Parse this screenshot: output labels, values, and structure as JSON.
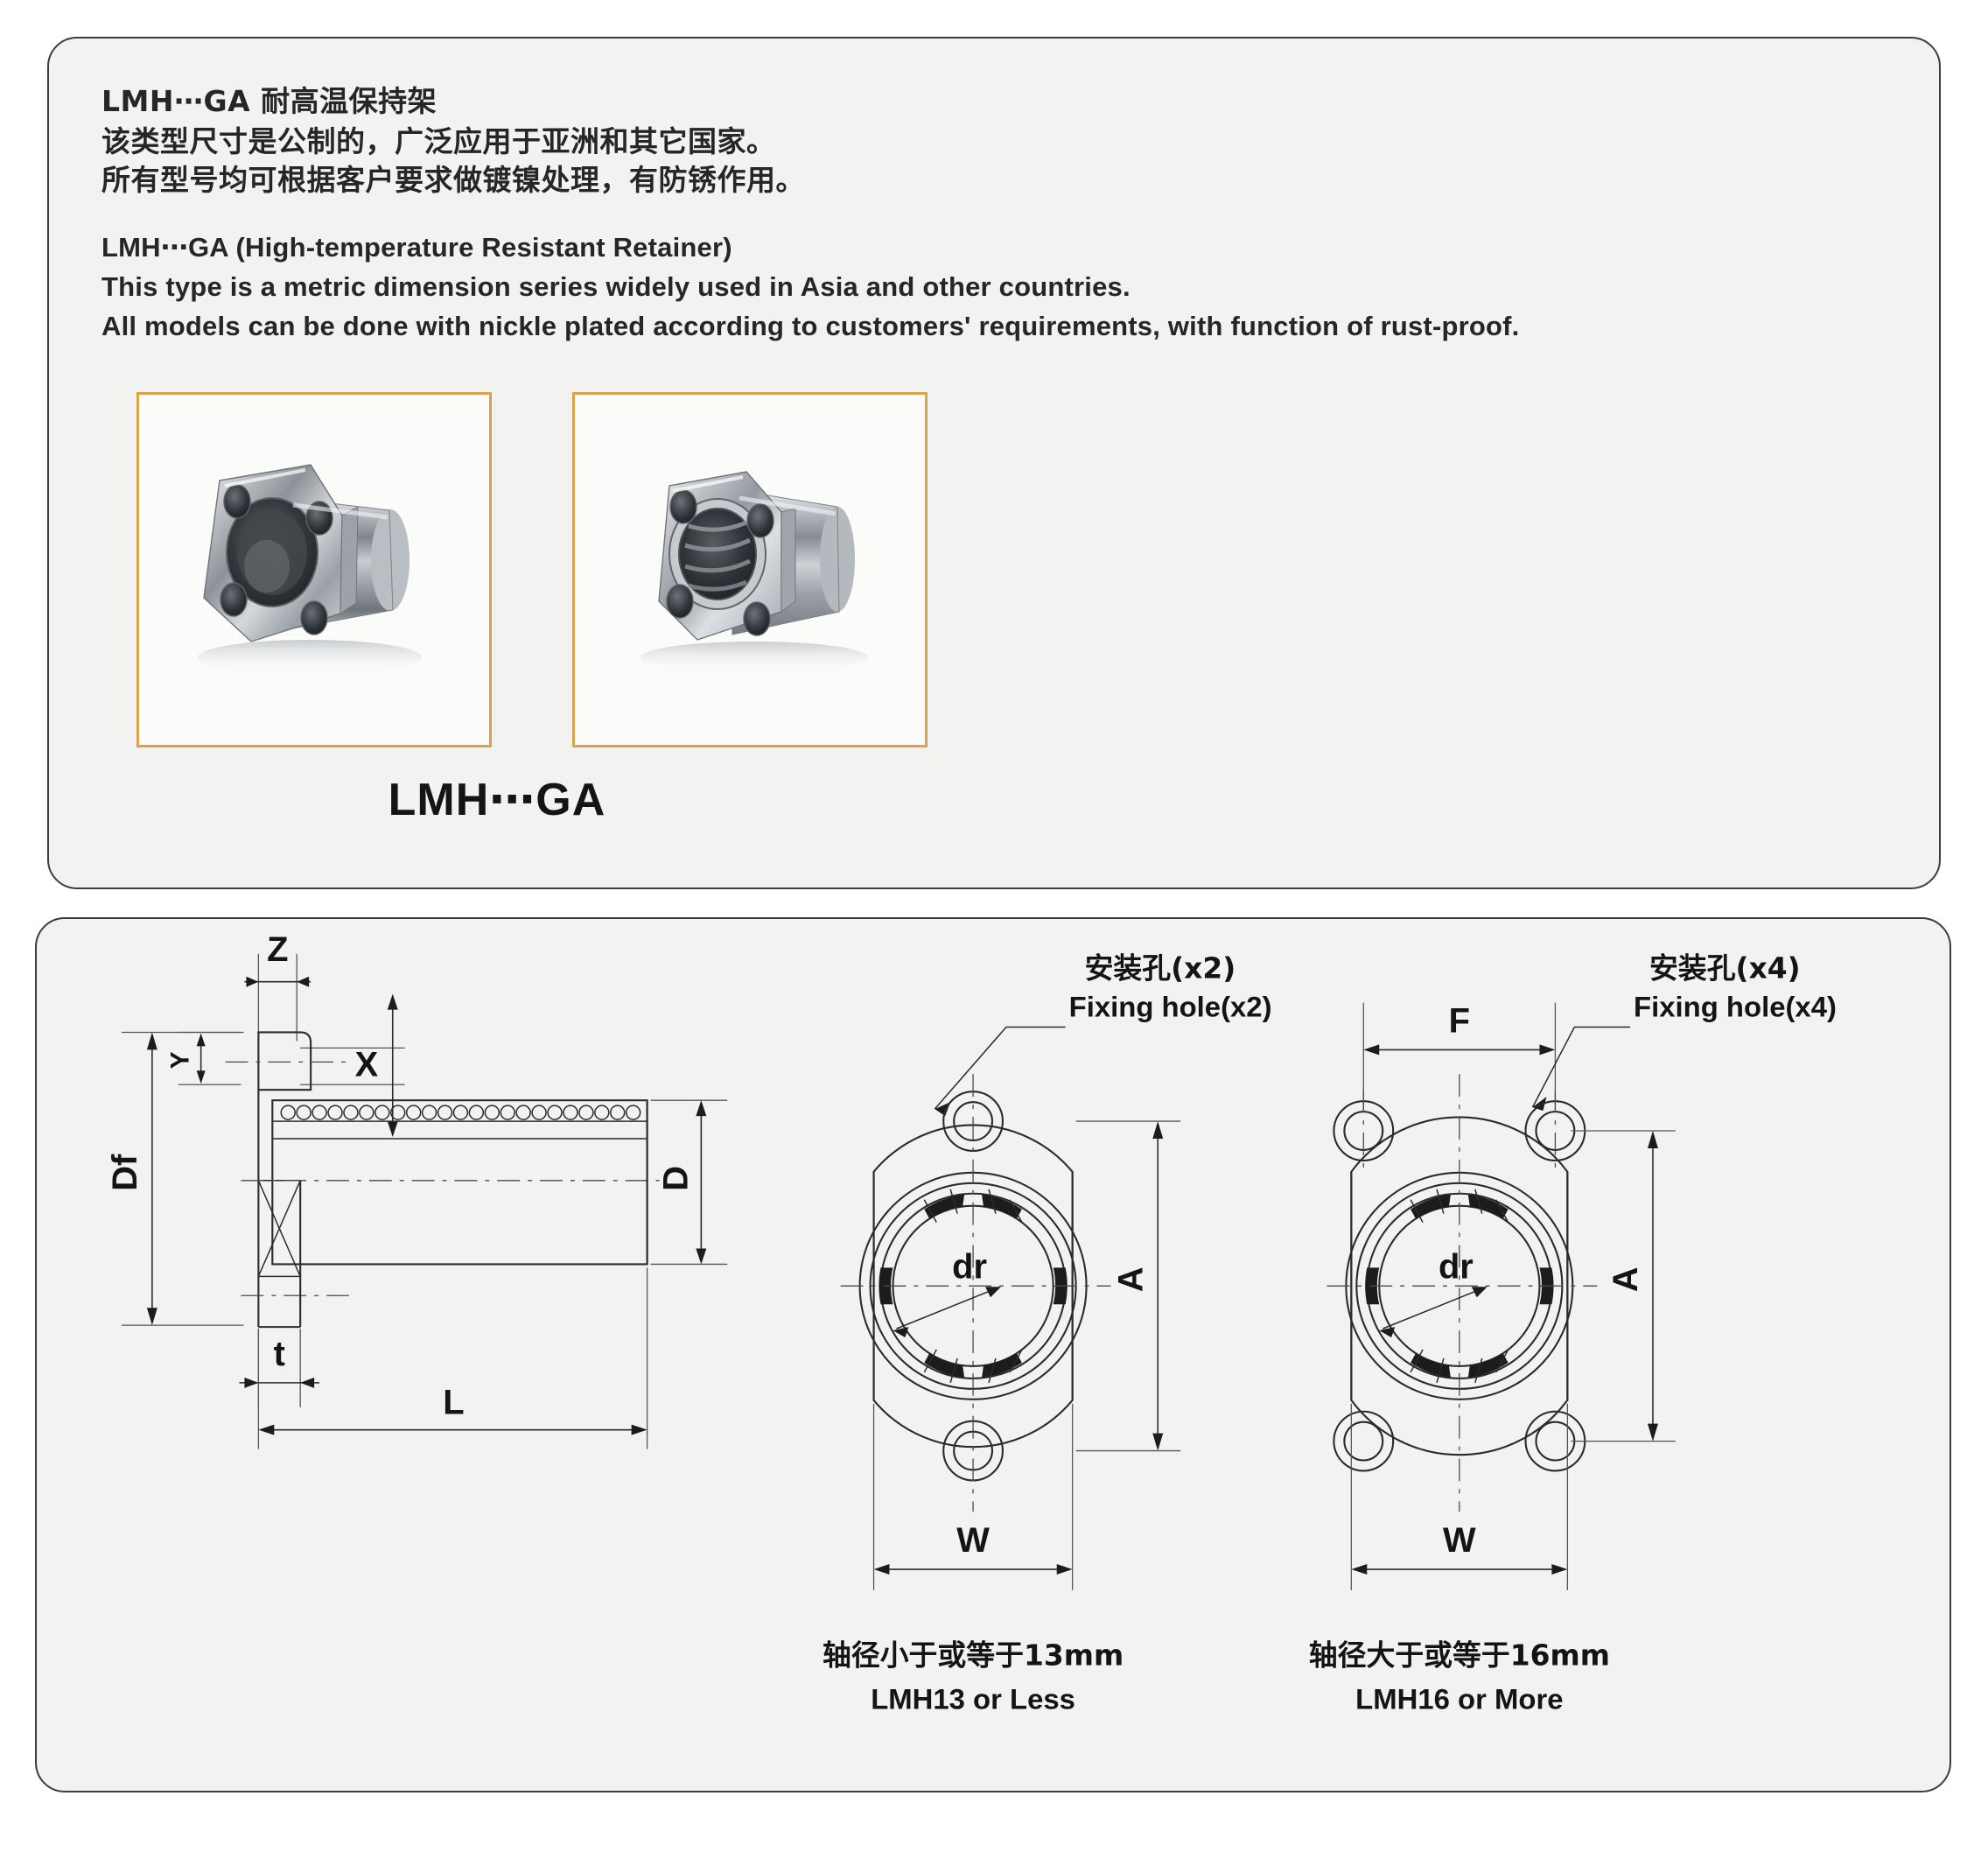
{
  "document": {
    "title": "LMH⋯GA Flanged Linear Bearing Specification"
  },
  "description_panel": {
    "chinese": {
      "heading": "LMH⋯GA 耐高温保持架",
      "line2": "该类型尺寸是公制的，广泛应用于亚洲和其它国家。",
      "line3": "所有型号均可根据客户要求做镀镍处理，有防锈作用。"
    },
    "english": {
      "heading": "LMH⋯GA (High-temperature Resistant Retainer)",
      "line2": "This type is a metric dimension series widely used in Asia and other countries.",
      "line3": "All models can be done with nickle plated according to customers' requirements, with function of rust-proof."
    },
    "photos": [
      {
        "alt": "flanged-linear-bearing-angled-view",
        "border_color": "#d9a24d"
      },
      {
        "alt": "flanged-linear-bearing-front-view",
        "border_color": "#d9a24d"
      }
    ],
    "model_label": "LMH⋯GA"
  },
  "drawing_panel": {
    "section_view": {
      "labels": {
        "z": "Z",
        "y": "Y",
        "x": "X",
        "df": "Df",
        "d": "D",
        "t": "t",
        "l": "L"
      }
    },
    "view_small": {
      "callout_cn": "安装孔(x2)",
      "callout_en": "Fixing hole(x2)",
      "bore_label": "dr",
      "dim_a": "A",
      "dim_w": "W",
      "caption_cn": "轴径小于或等于13mm",
      "caption_en": "LMH13 or Less",
      "hole_count": 2
    },
    "view_large": {
      "callout_cn": "安装孔(x4)",
      "callout_en": "Fixing hole(x4)",
      "bore_label": "dr",
      "dim_a": "A",
      "dim_w": "W",
      "dim_f": "F",
      "caption_cn": "轴径大于或等于16mm",
      "caption_en": "LMH16 or More",
      "hole_count": 4
    }
  },
  "colors": {
    "panel_background": "#f2f2f0",
    "panel_border": "#3c3c3c",
    "photo_border": "#d9a24d",
    "line": "#2b2b2b",
    "text": "#141414"
  }
}
